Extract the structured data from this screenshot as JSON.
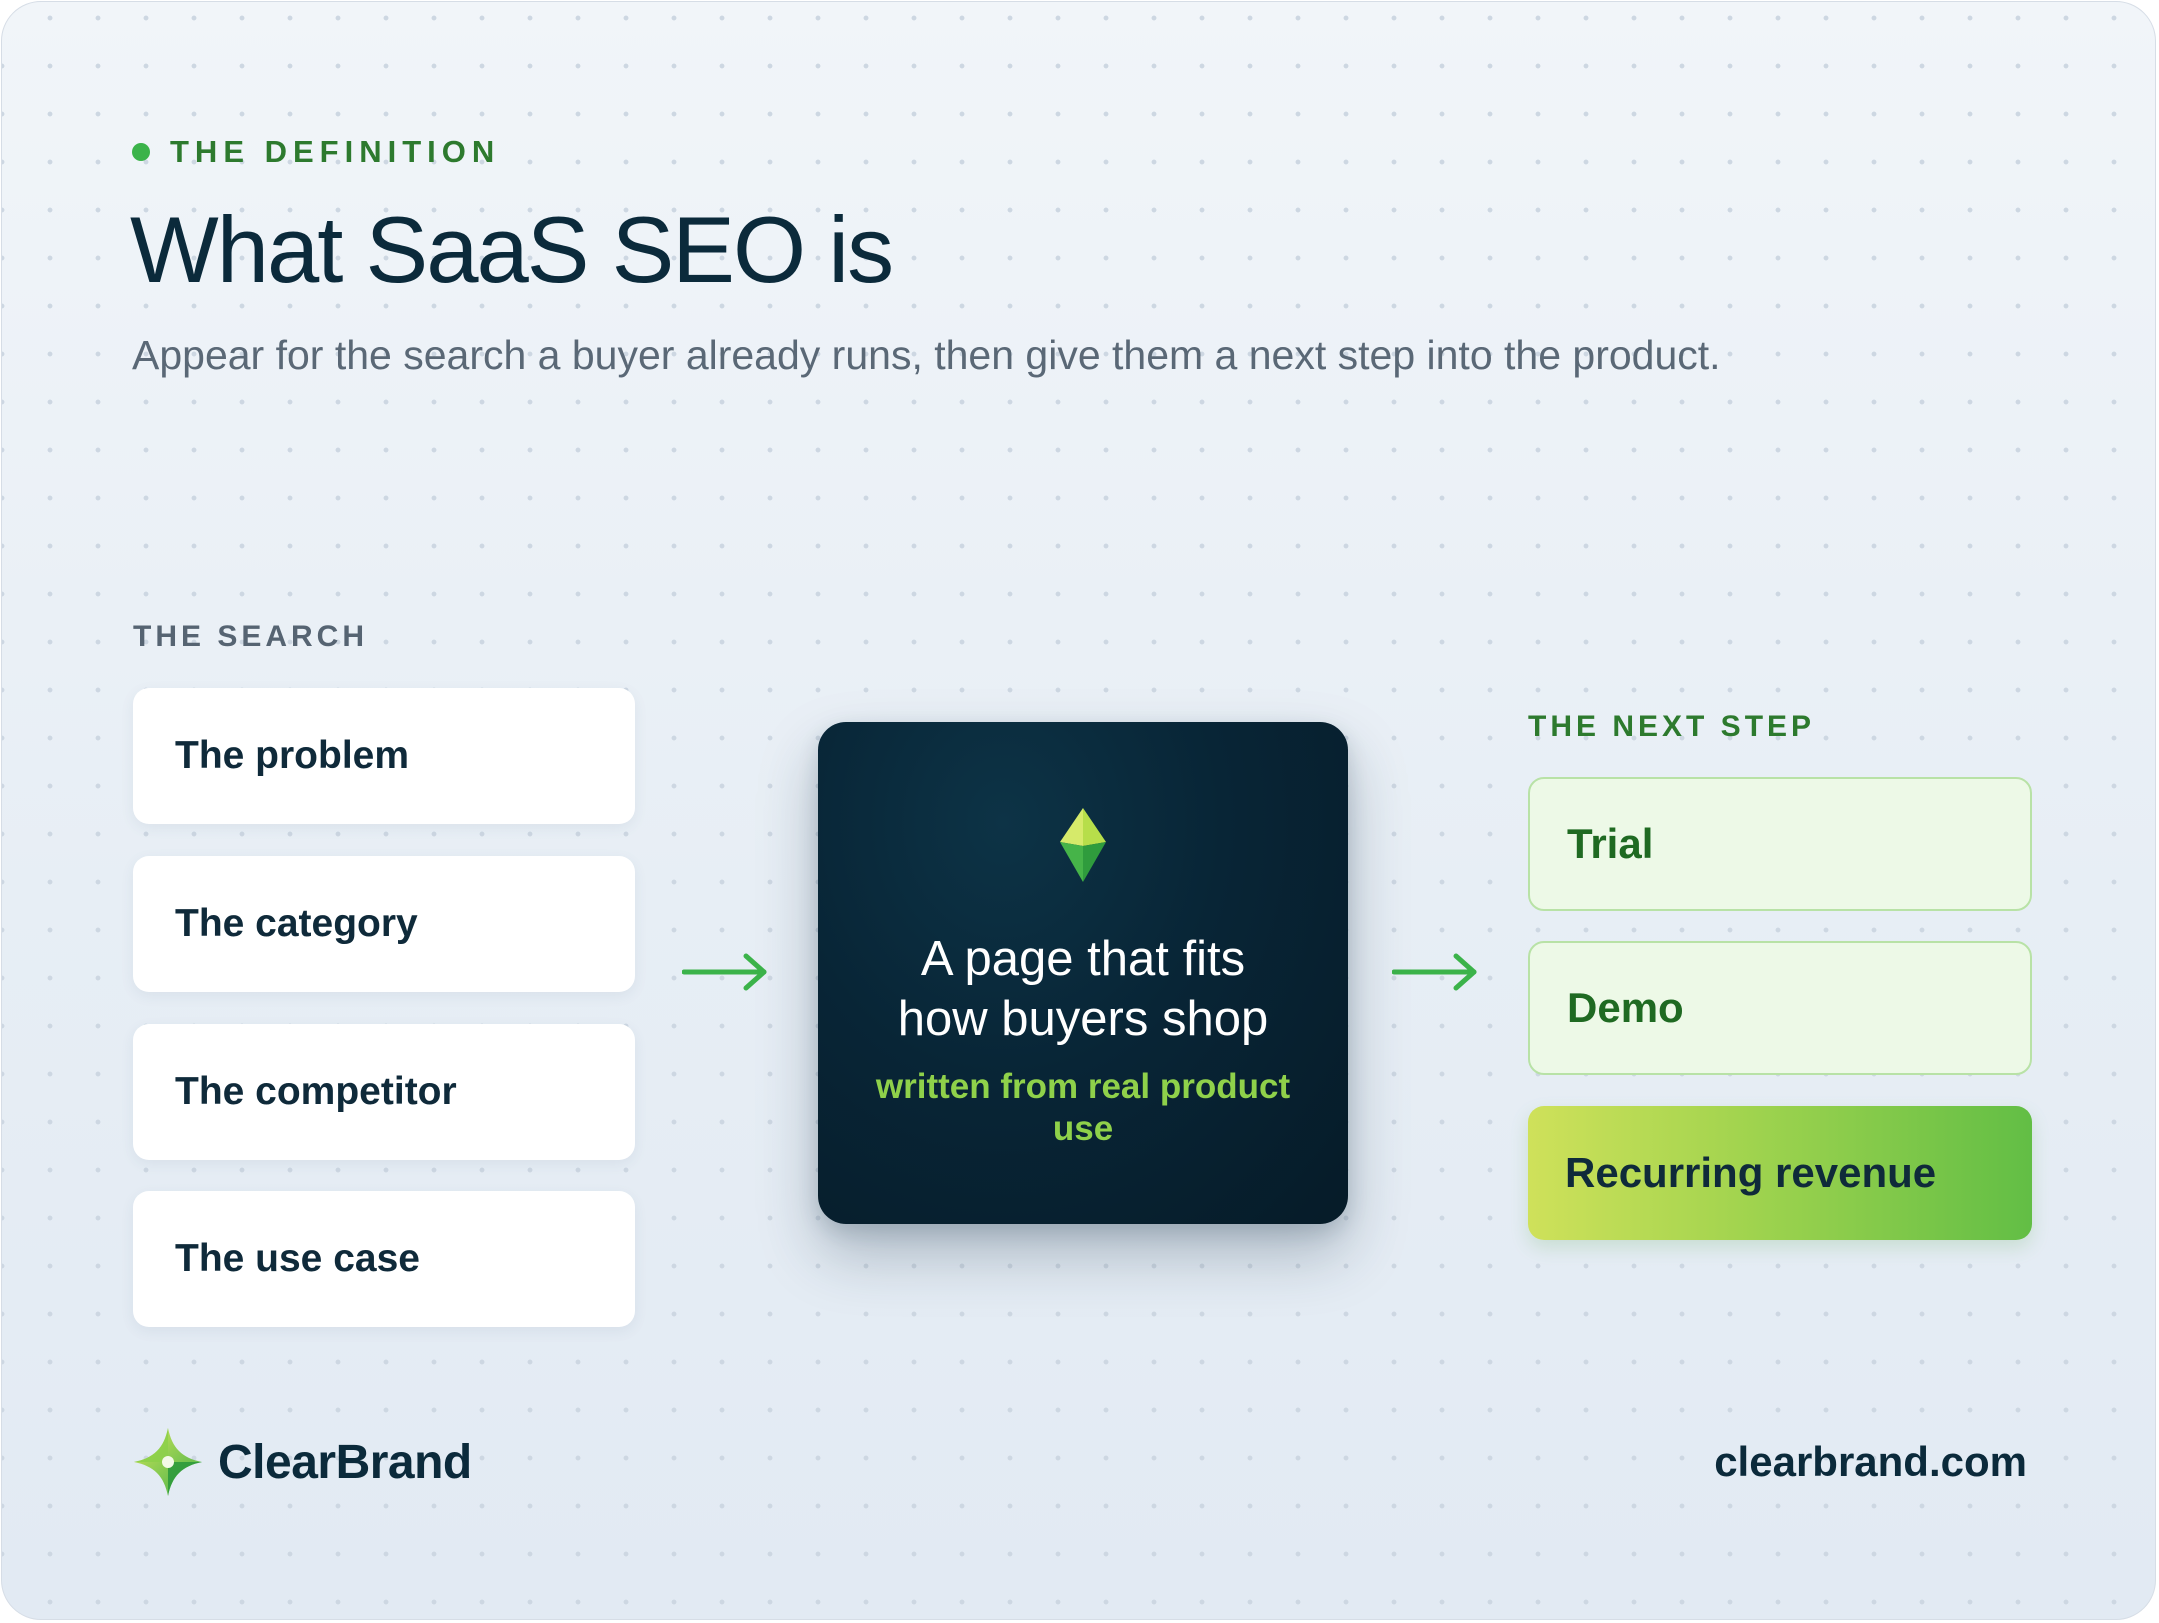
{
  "header": {
    "eyebrow": "THE DEFINITION",
    "title": "What SaaS SEO is",
    "subtitle": "Appear for the search a buyer already runs, then give them a next step into the product."
  },
  "search": {
    "label": "THE SEARCH",
    "items": [
      "The problem",
      "The category",
      "The competitor",
      "The use case"
    ]
  },
  "center": {
    "icon": "diamond-gem-icon",
    "main_line1": "A page that fits",
    "main_line2": "how buyers shop",
    "sub": "written from real product use"
  },
  "next_step": {
    "label": "THE NEXT STEP",
    "items": [
      "Trial",
      "Demo",
      "Recurring revenue"
    ]
  },
  "footer": {
    "brand": "ClearBrand",
    "brand_icon": "clearbrand-star-logo-icon",
    "website": "clearbrand.com"
  },
  "colors": {
    "accent_green": "#3bb34a",
    "dark_navy": "#0b2a3b",
    "lime_text": "#8fd14a",
    "step_light_bg": "#edf9e7"
  }
}
